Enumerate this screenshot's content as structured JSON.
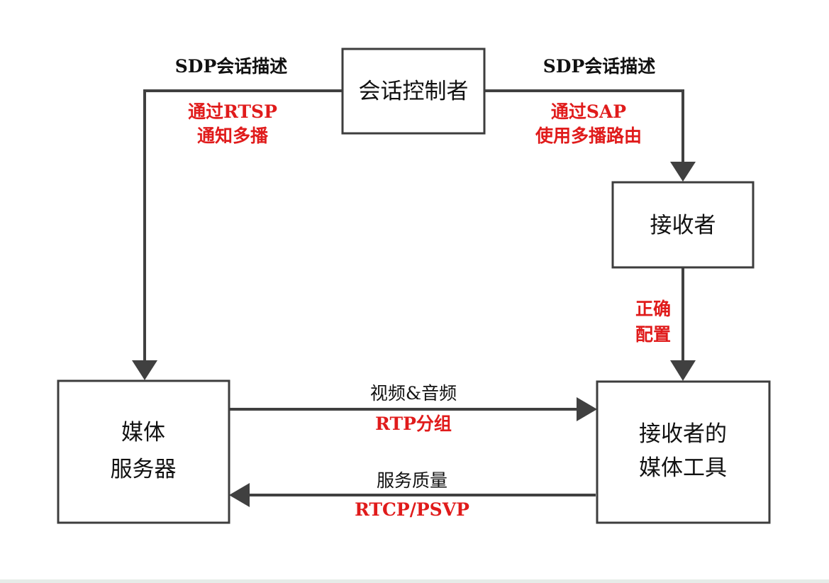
{
  "nodes": {
    "controller": "会话控制者",
    "receiver": "接收者",
    "media_server": [
      "媒体",
      "服务器"
    ],
    "receiver_media_tool": [
      "接收者的",
      "媒体工具"
    ]
  },
  "edges": {
    "left_top": {
      "black": "SDP会话描述",
      "red": [
        "通过RTSP",
        "通知多播"
      ]
    },
    "right_top": {
      "black": "SDP会话描述",
      "red": [
        "通过SAP",
        "使用多播路由"
      ]
    },
    "receiver_down": {
      "red": [
        "正确",
        "配置"
      ]
    },
    "media_forward": {
      "black": "视频&音频",
      "red": "RTP分组"
    },
    "media_back": {
      "black": "服务质量",
      "red": "RTCP/PSVP"
    }
  },
  "colors": {
    "accent_red": "#e01b1b",
    "line": "#404040"
  }
}
